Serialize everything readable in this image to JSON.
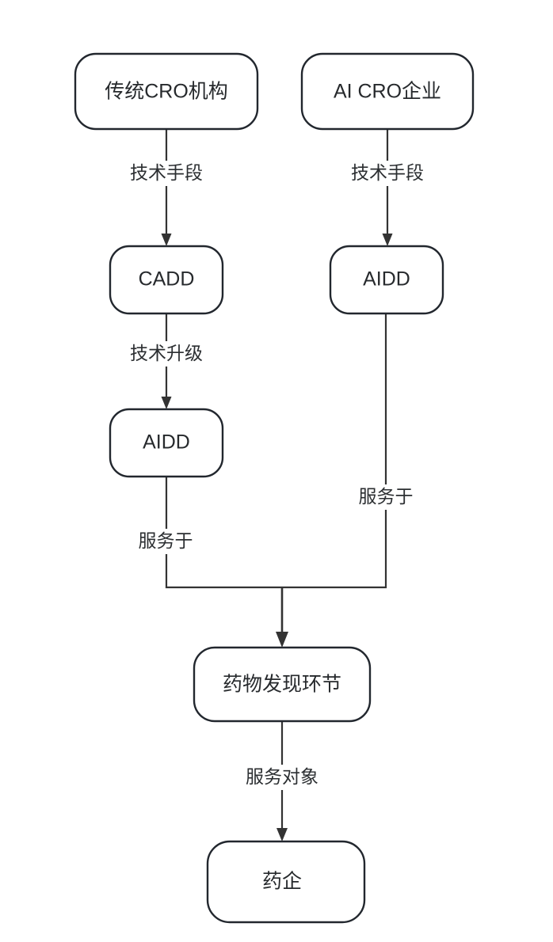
{
  "diagram": {
    "type": "flowchart",
    "direction": "top-to-bottom",
    "background_color": "#ffffff",
    "node_stroke_color": "#22272e",
    "node_fill_color": "#ffffff",
    "edge_color": "#333333",
    "text_color": "#26292c",
    "nodes": [
      {
        "id": "traditional-cro",
        "label": "传统CRO机构"
      },
      {
        "id": "ai-cro",
        "label": "AI CRO企业"
      },
      {
        "id": "cadd",
        "label": "CADD"
      },
      {
        "id": "aidd-right",
        "label": "AIDD"
      },
      {
        "id": "aidd-left",
        "label": "AIDD"
      },
      {
        "id": "drug-discovery",
        "label": "药物发现环节"
      },
      {
        "id": "pharma",
        "label": "药企"
      }
    ],
    "edges": [
      {
        "id": "edge-traditional-cadd",
        "from": "traditional-cro",
        "to": "cadd",
        "label": "技术手段"
      },
      {
        "id": "edge-aicro-aidd",
        "from": "ai-cro",
        "to": "aidd-right",
        "label": "技术手段"
      },
      {
        "id": "edge-cadd-aidd",
        "from": "cadd",
        "to": "aidd-left",
        "label": "技术升级"
      },
      {
        "id": "edge-aidd-left-discovery",
        "from": "aidd-left",
        "to": "drug-discovery",
        "label": "服务于"
      },
      {
        "id": "edge-aidd-right-discovery",
        "from": "aidd-right",
        "to": "drug-discovery",
        "label": "服务于"
      },
      {
        "id": "edge-discovery-pharma",
        "from": "drug-discovery",
        "to": "pharma",
        "label": "服务对象"
      }
    ]
  }
}
